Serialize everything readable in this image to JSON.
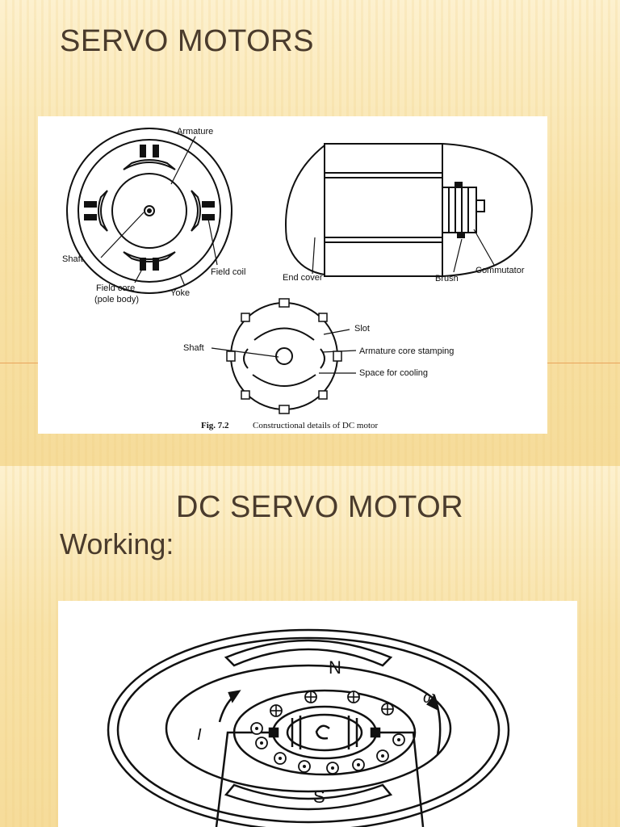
{
  "slide1": {
    "title": "SERVO MOTORS",
    "figure": {
      "labels": {
        "armature": "Armature",
        "shaft": "Shaft",
        "field_coil": "Field coil",
        "field_core": "Field core",
        "pole_body": "(pole body)",
        "yoke": "Yoke",
        "end_cover": "End cover",
        "brush": "Brush",
        "commutator": "Commutator",
        "slot": "Slot",
        "shaft2": "Shaft",
        "armature_core_stamping": "Armature core stamping",
        "space_for_cooling": "Space for cooling"
      },
      "caption_num": "Fig. 7.2",
      "caption_text": "Constructional details of DC motor"
    }
  },
  "slide2": {
    "title": "DC SERVO MOTOR",
    "subtitle": "Working:",
    "figure": {
      "labels": {
        "north": "N",
        "south": "S",
        "omega": "ω",
        "current": "I"
      }
    }
  }
}
